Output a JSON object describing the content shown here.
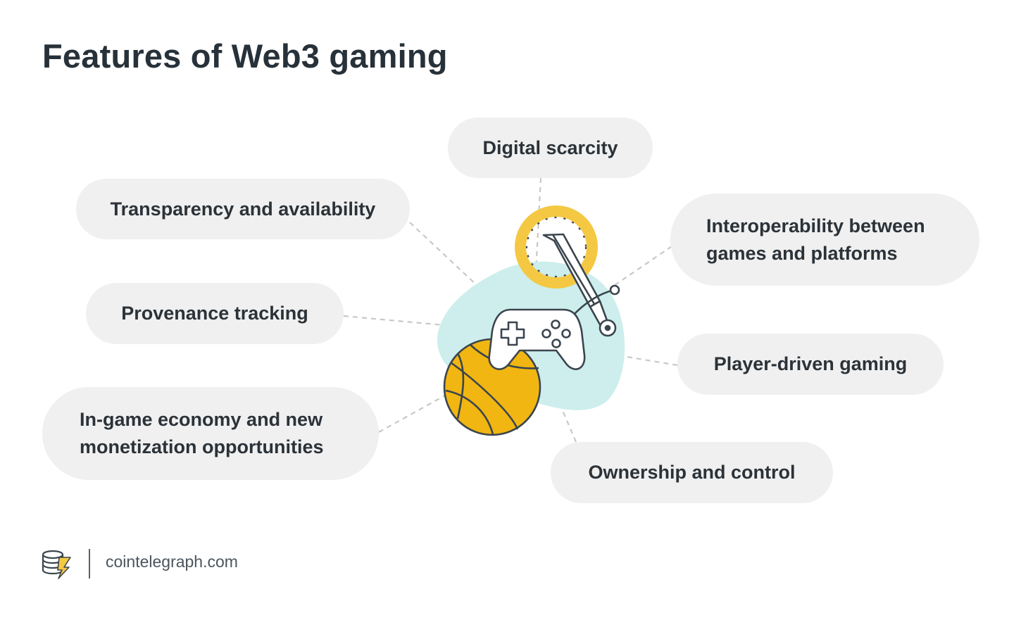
{
  "title": "Features of Web3 gaming",
  "features": {
    "digital_scarcity": "Digital scarcity",
    "transparency": "Transparency and availability",
    "interoperability": [
      "Interoperability between",
      "games and platforms"
    ],
    "provenance": "Provenance tracking",
    "player_driven": "Player-driven gaming",
    "in_game_economy": [
      "In-game economy and new",
      "monetization opportunities"
    ],
    "ownership": "Ownership and control"
  },
  "footer": {
    "site": "cointelegraph.com"
  },
  "colors": {
    "pill_bg": "#f0f0f0",
    "text": "#27313a",
    "teal_blob": "#cdeeec",
    "gold": "#f4c842",
    "ball": "#f1b611",
    "connector": "#c8c8c8"
  },
  "icons": [
    "coin-icon",
    "sword-icon",
    "gamepad-icon",
    "basketball-icon",
    "cointelegraph-logo-icon"
  ]
}
